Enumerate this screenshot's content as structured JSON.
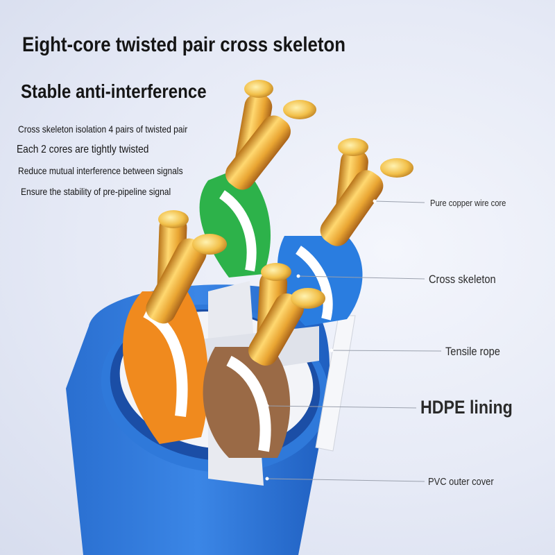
{
  "header": {
    "title": "Eight-core twisted pair cross skeleton",
    "subtitle": "Stable anti-interference"
  },
  "features": [
    "Cross skeleton isolation 4 pairs of twisted pair",
    "Each 2 cores are tightly twisted",
    "Reduce mutual interference between signals",
    "Ensure the stability of pre-pipeline signal"
  ],
  "callouts": [
    "Pure copper wire core",
    "Cross skeleton",
    "Tensile rope",
    "HDPE lining",
    "PVC outer cover"
  ],
  "colors": {
    "cable_jacket": "#2a6fd0",
    "green_pair": "#2db24a",
    "blue_pair": "#2a7de0",
    "orange_pair": "#f08a1e",
    "brown_pair": "#9a6a46",
    "copper": "#f0b43c"
  }
}
